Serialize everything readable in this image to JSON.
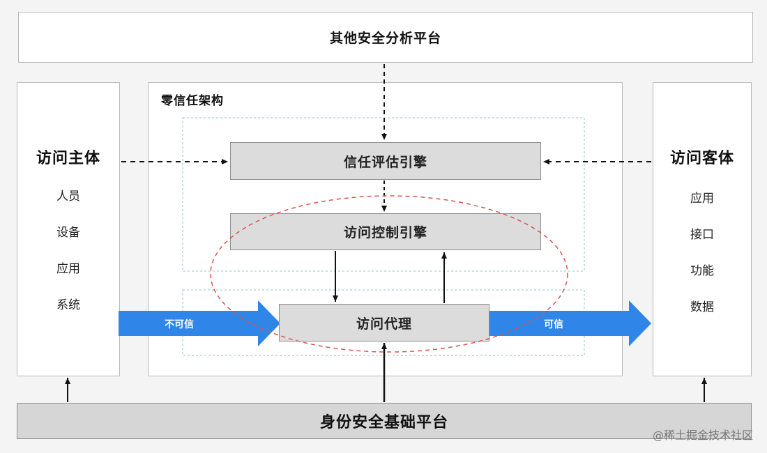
{
  "top_platform": {
    "label": "其他安全分析平台"
  },
  "zero_trust": {
    "label": "零信任架构"
  },
  "subject": {
    "title": "访问主体",
    "items": [
      "人员",
      "设备",
      "应用",
      "系统"
    ]
  },
  "object": {
    "title": "访问客体",
    "items": [
      "应用",
      "接口",
      "功能",
      "数据"
    ]
  },
  "engines": {
    "trust": "信任评估引擎",
    "control": "访问控制引擎",
    "proxy": "访问代理"
  },
  "flows": {
    "untrusted": "不可信",
    "trusted": "可信"
  },
  "bottom_platform": {
    "label": "身份安全基础平台"
  },
  "watermark": "@稀土掘金技术社区",
  "colors": {
    "flow_arrow": "#2f86e8",
    "ellipse": "#d9534f",
    "inner_dashed": "#8fc6c6"
  }
}
